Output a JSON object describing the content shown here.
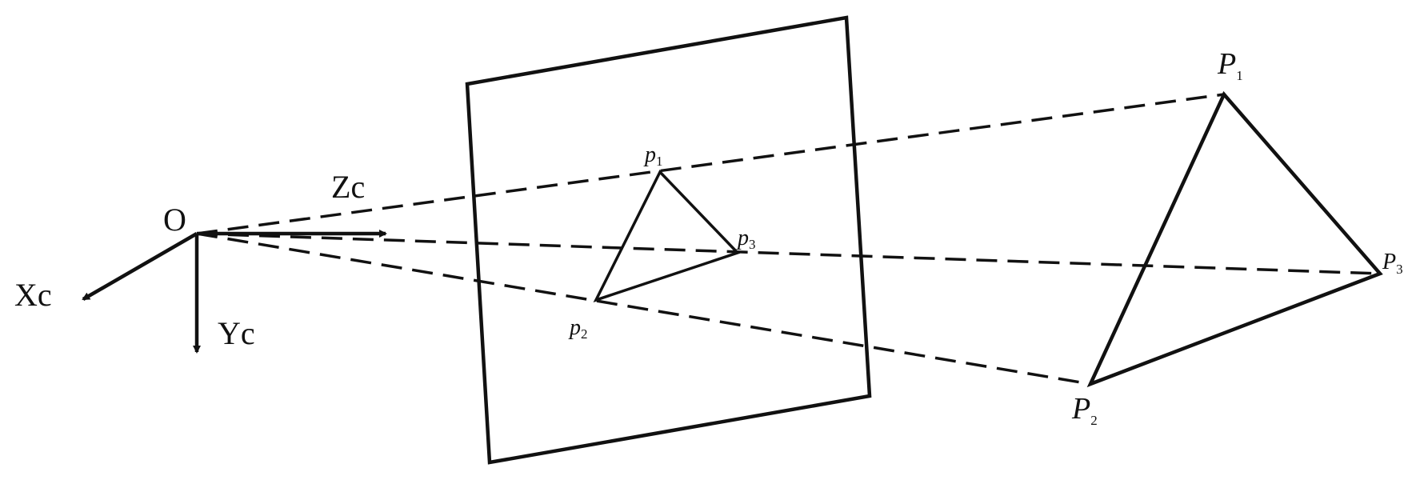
{
  "origin_label": "O",
  "axes": {
    "x": {
      "base": "X",
      "sub": "c"
    },
    "y": {
      "base": "Y",
      "sub": "c"
    },
    "z": {
      "base": "Z",
      "sub": "c"
    }
  },
  "image_points": [
    {
      "base": "p",
      "sub": "1"
    },
    {
      "base": "p",
      "sub": "2"
    },
    {
      "base": "p",
      "sub": "3"
    }
  ],
  "world_points": [
    {
      "base": "P",
      "sub": "1"
    },
    {
      "base": "P",
      "sub": "2"
    },
    {
      "base": "P",
      "sub": "3"
    }
  ],
  "colors": {
    "stroke": "#111111"
  }
}
